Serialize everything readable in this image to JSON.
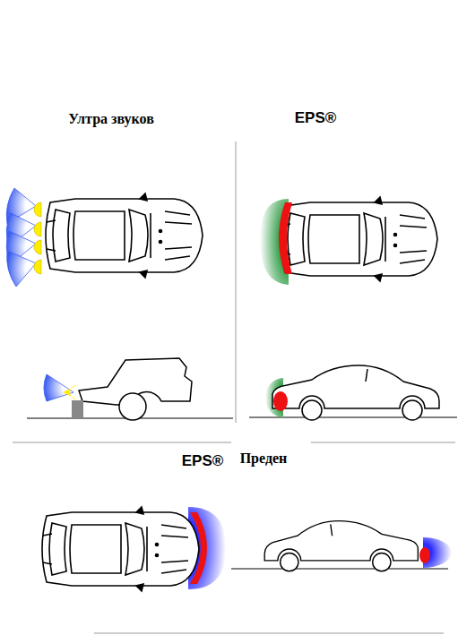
{
  "diagram": {
    "labels": [
      "Ултра звуков",
      "EPS®",
      "EPS®",
      "Преден"
    ]
  }
}
